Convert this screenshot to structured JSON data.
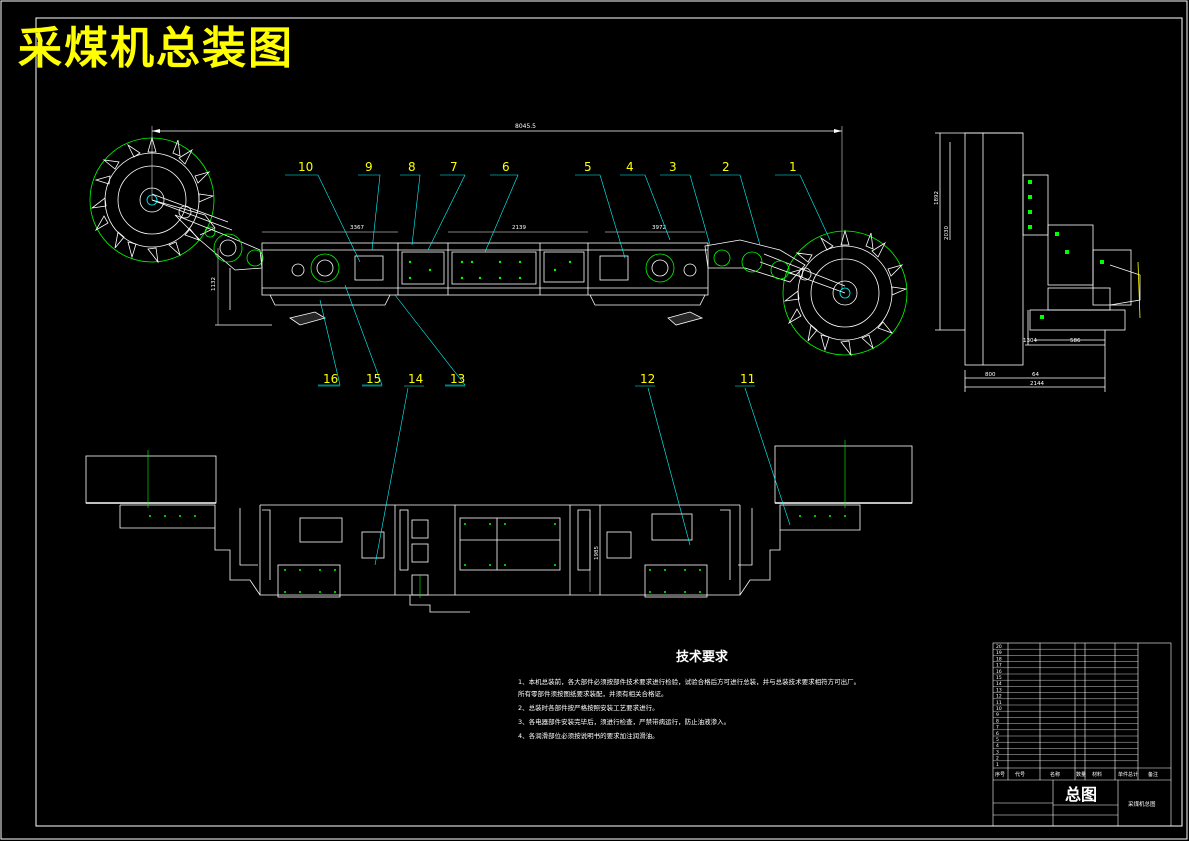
{
  "drawing": {
    "title": "采煤机总装图",
    "dims": {
      "overall": "8045.5",
      "dim_left": "3367",
      "dim_mid": "2139",
      "dim_right": "3972",
      "height_left": "1132",
      "side_height": "1892",
      "side_height2": "2030",
      "side_w1": "800",
      "side_w2": "64",
      "side_w3": "2144",
      "side_w4": "586",
      "side_h3": "1304",
      "plan_h": "1985"
    },
    "callouts_top": [
      "10",
      "9",
      "8",
      "7",
      "6",
      "5",
      "4",
      "3",
      "2",
      "1"
    ],
    "callouts_bottom": [
      "16",
      "15",
      "14",
      "13",
      "12",
      "11"
    ]
  },
  "tech": {
    "title": "技术要求",
    "lines": [
      "1、本机总装前，各大部件必须按部件技术要求进行检验，试验合格后方可进行总装，并与总装技术要求相符方可出厂。",
      "   所有零部件须按图纸要求装配，并须有相关合格证。",
      "2、总装时各部件按严格按照安装工艺要求进行。",
      "3、各电器部件安装完毕后，须进行检查，严禁带病运行，防止油液渗入。",
      "4、各润滑部位必须按说明书的要求加注润滑油。"
    ]
  },
  "title_block": {
    "name": "总图",
    "drawing_name": "采煤机总图",
    "row_numbers": [
      "20",
      "19",
      "18",
      "17",
      "16",
      "15",
      "14",
      "13",
      "12",
      "11",
      "10",
      "9",
      "8",
      "7",
      "6",
      "5",
      "4",
      "3",
      "2",
      "1"
    ],
    "header": [
      "序号",
      "代号",
      "名称",
      "数量",
      "材料",
      "单件",
      "总计",
      "备注"
    ]
  }
}
